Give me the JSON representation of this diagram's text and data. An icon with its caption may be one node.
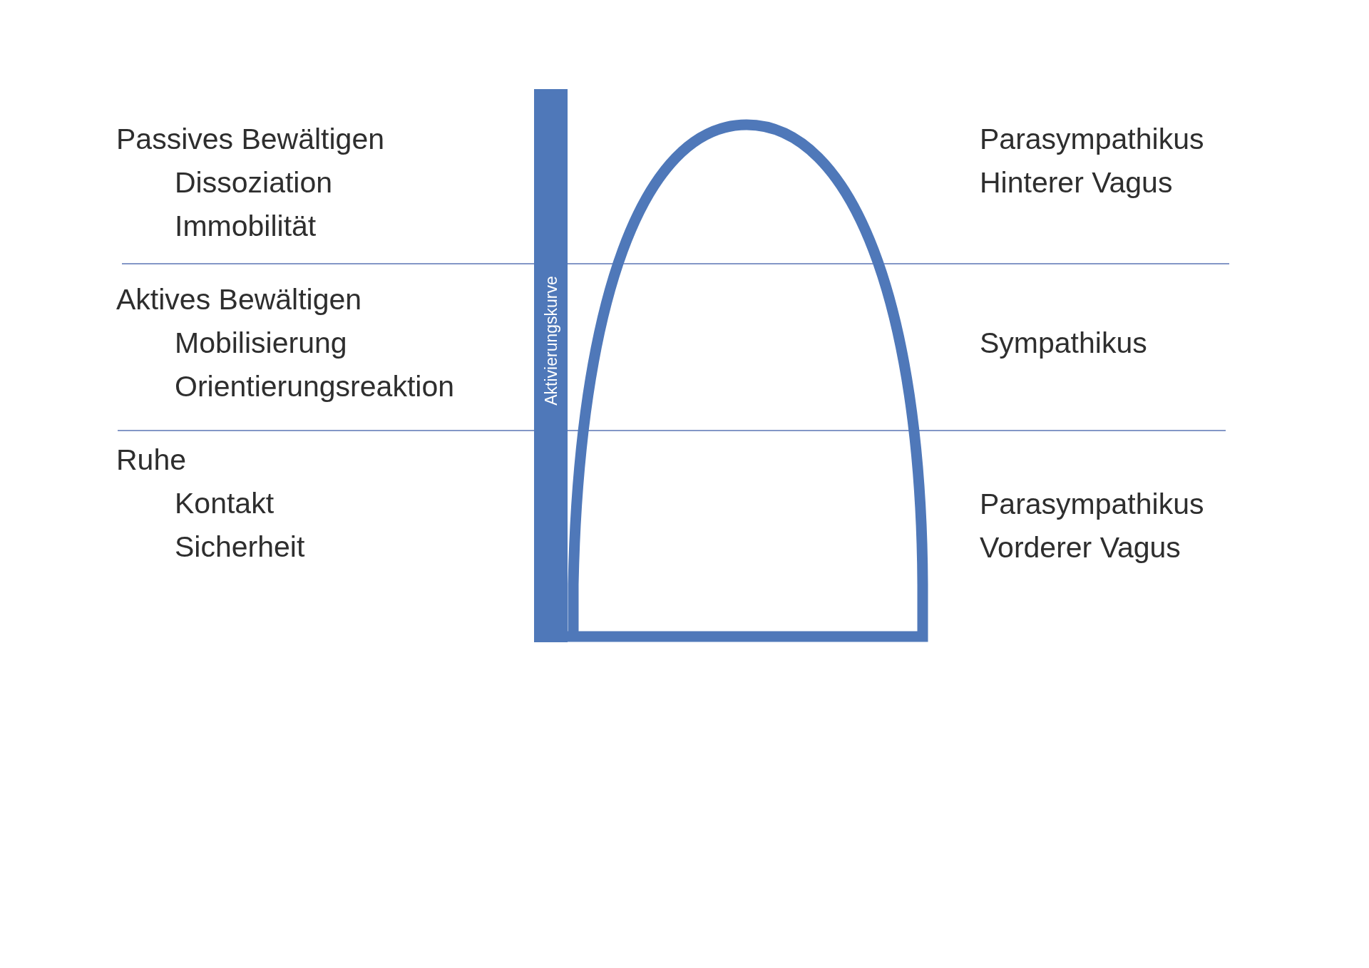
{
  "diagram": {
    "labels": [
      "Passives Bewältigen",
      "Dissoziation",
      "Immobilität",
      "Parasympathikus",
      "Hinterer Vagus",
      "Aktives Bewältigen",
      "Mobilisierung",
      "Orientierungsreaktion",
      "Aktivierungskurve",
      "Sympathikus",
      "Ruhe",
      "Kontakt",
      "Sicherheit",
      "Parasympathikus",
      "Vorderer Vagus"
    ]
  }
}
